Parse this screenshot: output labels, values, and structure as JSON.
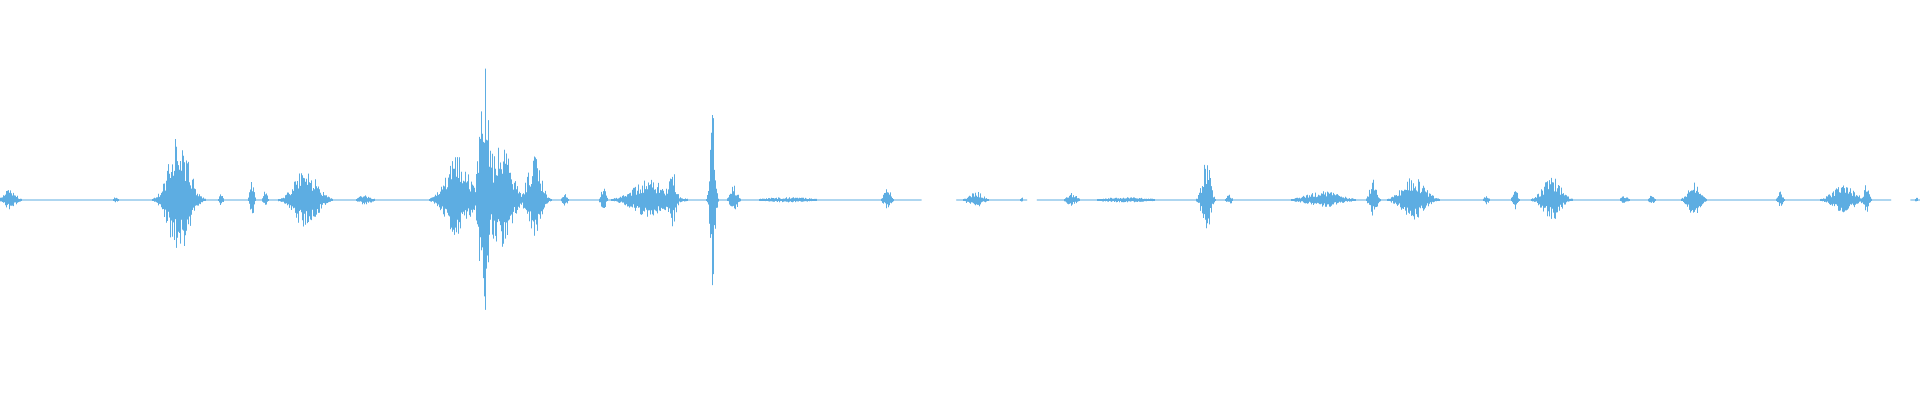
{
  "waveform": {
    "color": "#5dade2",
    "bursts": [
      {
        "t": 0.005,
        "w": 0.01,
        "amp": 0.08
      },
      {
        "t": 0.06,
        "w": 0.004,
        "amp": 0.02
      },
      {
        "t": 0.093,
        "w": 0.018,
        "amp": 0.45
      },
      {
        "t": 0.115,
        "w": 0.003,
        "amp": 0.05
      },
      {
        "t": 0.131,
        "w": 0.003,
        "amp": 0.18
      },
      {
        "t": 0.138,
        "w": 0.003,
        "amp": 0.07
      },
      {
        "t": 0.159,
        "w": 0.02,
        "amp": 0.22
      },
      {
        "t": 0.19,
        "w": 0.01,
        "amp": 0.04
      },
      {
        "t": 0.238,
        "w": 0.02,
        "amp": 0.3
      },
      {
        "t": 0.252,
        "w": 0.008,
        "amp": 0.95
      },
      {
        "t": 0.26,
        "w": 0.02,
        "amp": 0.4
      },
      {
        "t": 0.278,
        "w": 0.012,
        "amp": 0.3
      },
      {
        "t": 0.294,
        "w": 0.004,
        "amp": 0.06
      },
      {
        "t": 0.314,
        "w": 0.004,
        "amp": 0.1
      },
      {
        "t": 0.338,
        "w": 0.03,
        "amp": 0.14
      },
      {
        "t": 0.35,
        "w": 0.006,
        "amp": 0.23
      },
      {
        "t": 0.371,
        "w": 0.004,
        "amp": 0.75
      },
      {
        "t": 0.382,
        "w": 0.006,
        "amp": 0.1
      },
      {
        "t": 0.41,
        "w": 0.04,
        "amp": 0.02
      },
      {
        "t": 0.462,
        "w": 0.006,
        "amp": 0.08
      },
      {
        "t": 0.508,
        "w": 0.012,
        "amp": 0.06
      },
      {
        "t": 0.532,
        "w": 0.002,
        "amp": 0.02
      },
      {
        "t": 0.558,
        "w": 0.008,
        "amp": 0.05
      },
      {
        "t": 0.586,
        "w": 0.04,
        "amp": 0.02
      },
      {
        "t": 0.628,
        "w": 0.007,
        "amp": 0.3
      },
      {
        "t": 0.64,
        "w": 0.004,
        "amp": 0.04
      },
      {
        "t": 0.689,
        "w": 0.03,
        "amp": 0.06
      },
      {
        "t": 0.715,
        "w": 0.006,
        "amp": 0.14
      },
      {
        "t": 0.736,
        "w": 0.02,
        "amp": 0.16
      },
      {
        "t": 0.774,
        "w": 0.004,
        "amp": 0.04
      },
      {
        "t": 0.789,
        "w": 0.004,
        "amp": 0.08
      },
      {
        "t": 0.808,
        "w": 0.016,
        "amp": 0.16
      },
      {
        "t": 0.846,
        "w": 0.006,
        "amp": 0.03
      },
      {
        "t": 0.86,
        "w": 0.004,
        "amp": 0.04
      },
      {
        "t": 0.882,
        "w": 0.01,
        "amp": 0.14
      },
      {
        "t": 0.927,
        "w": 0.004,
        "amp": 0.06
      },
      {
        "t": 0.96,
        "w": 0.02,
        "amp": 0.1
      },
      {
        "t": 0.972,
        "w": 0.004,
        "amp": 0.12
      },
      {
        "t": 0.998,
        "w": 0.002,
        "amp": 0.02
      }
    ],
    "baseline_segments": [
      [
        0.0,
        0.48
      ],
      [
        0.498,
        0.535
      ],
      [
        0.54,
        0.985
      ],
      [
        0.995,
        1.0
      ]
    ]
  }
}
